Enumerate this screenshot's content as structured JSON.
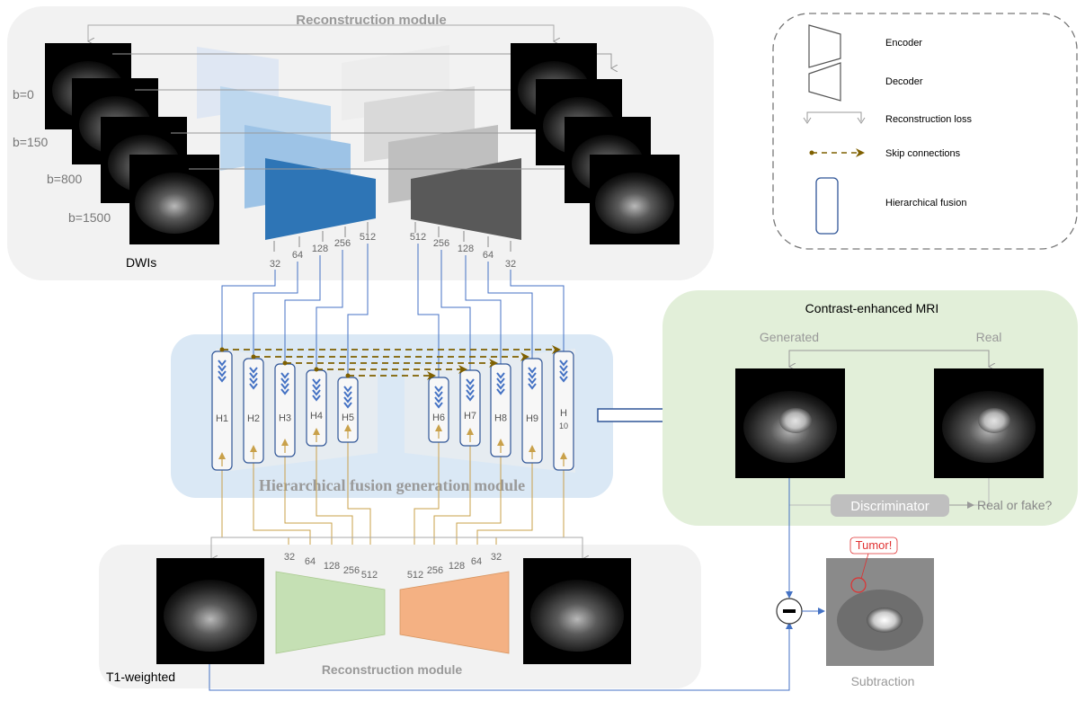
{
  "top_module": {
    "title": "Reconstruction module"
  },
  "bottom_module": {
    "title": "Reconstruction module"
  },
  "dwi": {
    "b_values": [
      "b=0",
      "b=150",
      "b=800",
      "b=1500"
    ],
    "caption": "DWIs"
  },
  "encoder_channels": [
    "32",
    "64",
    "128",
    "256",
    "512"
  ],
  "decoder_channels": [
    "512",
    "256",
    "128",
    "64",
    "32"
  ],
  "legend": {
    "encoder": "Encoder",
    "decoder": "Decoder",
    "reconstruction_loss": "Reconstruction loss",
    "skip_connections": "Skip connections",
    "hierarchical_fusion": "Hierarchical fusion"
  },
  "fusion": {
    "title": "Hierarchical fusion generation module",
    "blocks": [
      "H1",
      "H2",
      "H3",
      "H4",
      "H5",
      "H6",
      "H7",
      "H8",
      "H9",
      "H 10"
    ]
  },
  "ce_mri": {
    "title": "Contrast-enhanced MRI",
    "generated": "Generated",
    "real": "Real",
    "discriminator": "Discriminator",
    "verdict": "Real or fake?"
  },
  "t1": {
    "caption": "T1-weighted"
  },
  "subtraction": {
    "caption": "Subtraction",
    "tumor_label": "Tumor!"
  },
  "colors": {
    "encoder_dark": "#2e75b6",
    "decoder_dark": "#595959",
    "t1_encoder": "#c5e0b4",
    "t1_decoder": "#f4b183",
    "blue_line": "#4472c4",
    "gold_line": "#c9a14a",
    "skip": "#7f6000"
  }
}
